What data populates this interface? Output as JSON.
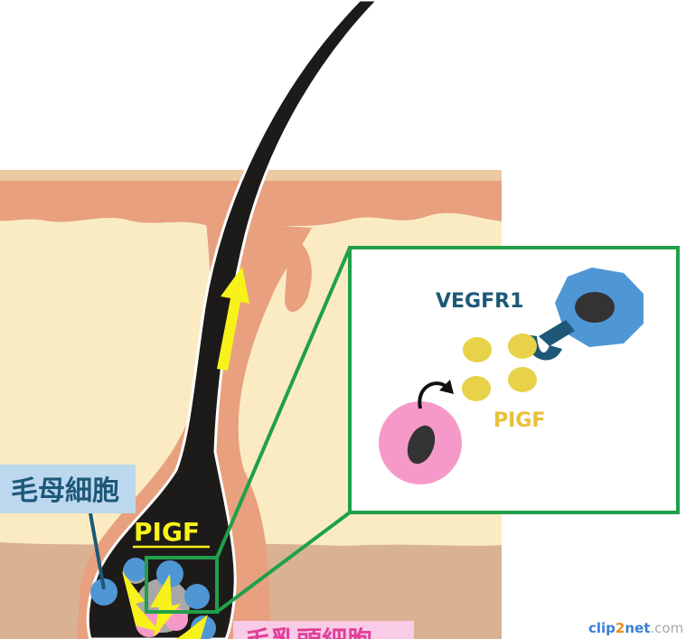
{
  "labels": {
    "hair_matrix_cells": "毛母細胞",
    "dermal_papilla_cells": "毛乳頭細胞",
    "pigf_main": "PIGF",
    "inset_receptor": "VEGFR1",
    "inset_ligand": "PIGF"
  },
  "watermark": {
    "brand_a": "clip",
    "brand_num": "2",
    "brand_b": "net",
    "brand_c": ".com"
  },
  "colors": {
    "skin_top": "#e8a07f",
    "skin_mid": "#fbebc3",
    "skin_bottom": "#d9b294",
    "hair": "#1d1a1a",
    "accent_green": "#1fa04a",
    "arrow_yellow": "#f7f21a",
    "receptor_blue": "#4f96d4",
    "receptor_dark": "#1d5878",
    "pigf_yellow": "#e7d24a",
    "pink_cell": "#f59ac8"
  }
}
